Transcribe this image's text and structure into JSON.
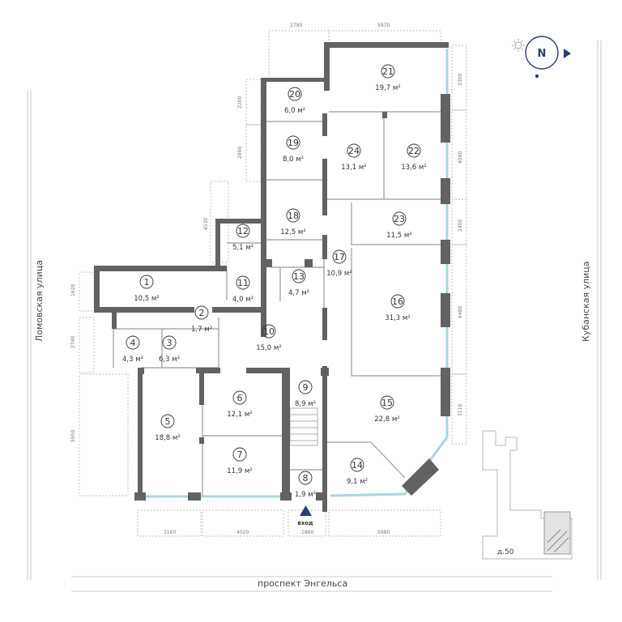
{
  "compass": {
    "letter": "N"
  },
  "streets": {
    "left": "Ломовская улица",
    "right": "Кубанская улица",
    "bottom": "проспект Энгельса"
  },
  "entrance": {
    "label": "вход"
  },
  "building": {
    "label": "д.50"
  },
  "rooms": [
    {
      "n": "1",
      "area": "10,5 м²"
    },
    {
      "n": "2",
      "area": "1,7 м²"
    },
    {
      "n": "3",
      "area": "6,3 м²"
    },
    {
      "n": "4",
      "area": "4,3 м²"
    },
    {
      "n": "5",
      "area": "18,8 м²"
    },
    {
      "n": "6",
      "area": "12,1 м²"
    },
    {
      "n": "7",
      "area": "11,9 м²"
    },
    {
      "n": "8",
      "area": "1,9 м²"
    },
    {
      "n": "9",
      "area": "8,9 м²"
    },
    {
      "n": "10",
      "area": "15,0 м²"
    },
    {
      "n": "11",
      "area": "4,0 м²"
    },
    {
      "n": "12",
      "area": "5,1 м²"
    },
    {
      "n": "13",
      "area": "4,7 м²"
    },
    {
      "n": "14",
      "area": "9,1 м²"
    },
    {
      "n": "15",
      "area": "22,8 м²"
    },
    {
      "n": "16",
      "area": "31,3 м²"
    },
    {
      "n": "17",
      "area": "10,9 м²"
    },
    {
      "n": "18",
      "area": "12,5 м²"
    },
    {
      "n": "19",
      "area": "8,0 м²"
    },
    {
      "n": "20",
      "area": "6,0 м²"
    },
    {
      "n": "21",
      "area": "19,7 м²"
    },
    {
      "n": "22",
      "area": "13,6 м²"
    },
    {
      "n": "23",
      "area": "11,5 м²"
    },
    {
      "n": "24",
      "area": "13,1 м²"
    }
  ],
  "dimensions": {
    "top_left": "2790",
    "top_right": "5970",
    "right_1": "3300",
    "right_2": "4580",
    "right_3": "2450",
    "right_4": "6480",
    "right_5": "3110",
    "left_1": "2200",
    "left_2": "2890",
    "left_3": "4530",
    "left_4": "1620",
    "left_5": "2740",
    "left_6": "5950",
    "bottom_1": "3160",
    "bottom_2": "4020",
    "bottom_3": "1860",
    "bottom_4": "5980"
  }
}
